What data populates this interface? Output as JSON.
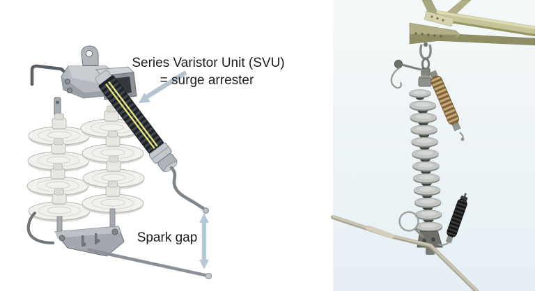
{
  "labels": {
    "svu_line1": "Series Varistor Unit (SVU)",
    "svu_line2": "= surge arrester",
    "spark_gap": "Spark gap"
  },
  "colors": {
    "background": "#ffffff",
    "label_text": "#1b1b1b",
    "pointer_arrow": "#b7c3cd",
    "spark_gap_arrow": "#b5c8d6",
    "arrester_stripe": "#e9e97e",
    "arrester_dark": "#1e2125",
    "arrester_tan": "#c8a977",
    "arrester_black": "#141414",
    "insulator_white": "#f2f1ed",
    "photo_insulator_gray": "#c3c6c2",
    "metal_gray": "#a2a8ae",
    "steel_khaki": "#b1af83",
    "conductor": "#ccc7b4",
    "sky_top": "#f4f8f8",
    "sky_mid": "#edf4f6",
    "sky_bottom": "#e5eff4"
  }
}
